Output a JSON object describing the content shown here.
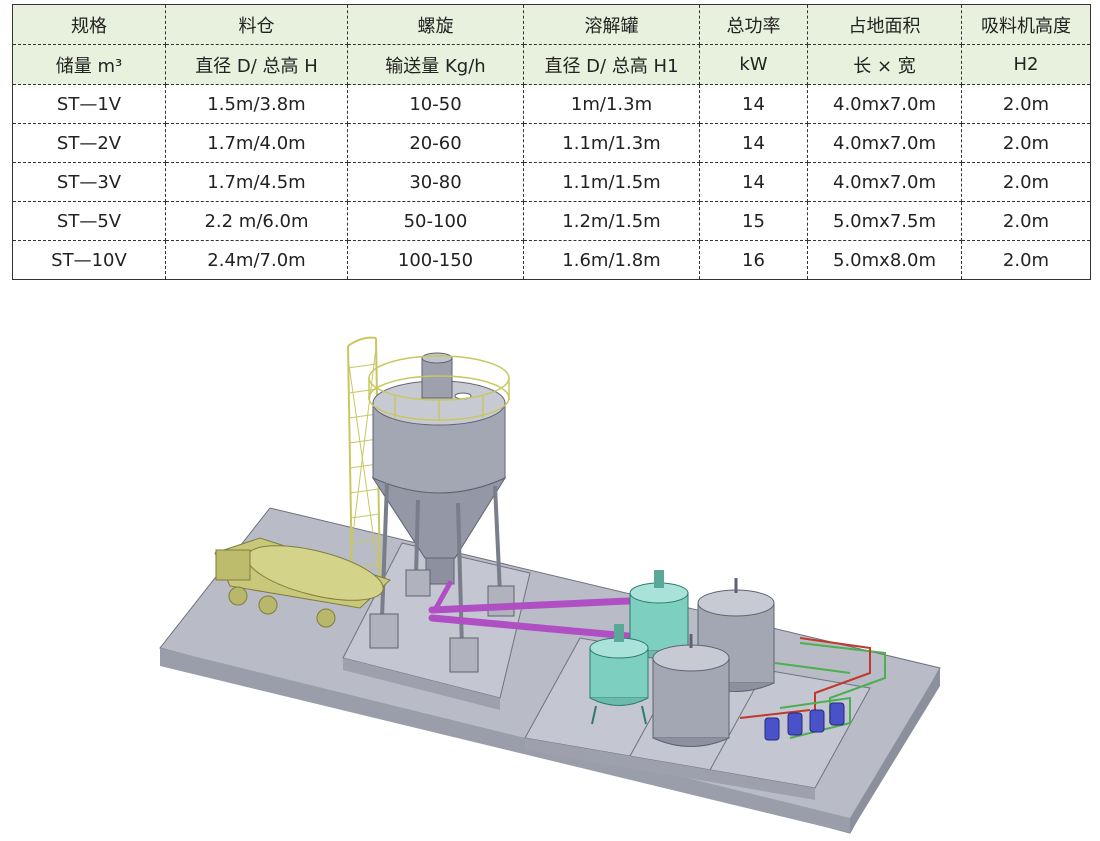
{
  "table": {
    "header_row_1": [
      "规格",
      "料仓",
      "螺旋",
      "溶解罐",
      "总功率",
      "占地面积",
      "吸料机高度"
    ],
    "header_row_2": [
      "储量 m³",
      "直径 D/ 总高 H",
      "输送量 Kg/h",
      "直径 D/ 总高 H1",
      "kW",
      "长 × 宽",
      "H2"
    ],
    "rows": [
      [
        "ST—1V",
        "1.5m/3.8m",
        "10-50",
        "1m/1.3m",
        "14",
        "4.0mx7.0m",
        "2.0m"
      ],
      [
        "ST—2V",
        "1.7m/4.0m",
        "20-60",
        "1.1m/1.3m",
        "14",
        "4.0mx7.0m",
        "2.0m"
      ],
      [
        "ST—3V",
        "1.7m/4.5m",
        "30-80",
        "1.1m/1.5m",
        "14",
        "4.0mx7.0m",
        "2.0m"
      ],
      [
        "ST—5V",
        "2.2 m/6.0m",
        "50-100",
        "1.2m/1.5m",
        "15",
        "5.0mx7.5m",
        "2.0m"
      ],
      [
        "ST—10V",
        "2.4m/7.0m",
        "100-150",
        "1.6m/1.8m",
        "16",
        "5.0mx8.0m",
        "2.0m"
      ]
    ]
  },
  "colors": {
    "header_bg": "#e8f1de",
    "platform": "#b9bcc7",
    "silo": "#a3a6b3",
    "railing": "#d8d77a",
    "truck": "#c9c87a",
    "screw": "#b04fc4",
    "teal_tank": "#7dcfc0",
    "pipe_green": "#4caf50",
    "pipe_red": "#c0392b",
    "pump": "#4a52c9"
  }
}
